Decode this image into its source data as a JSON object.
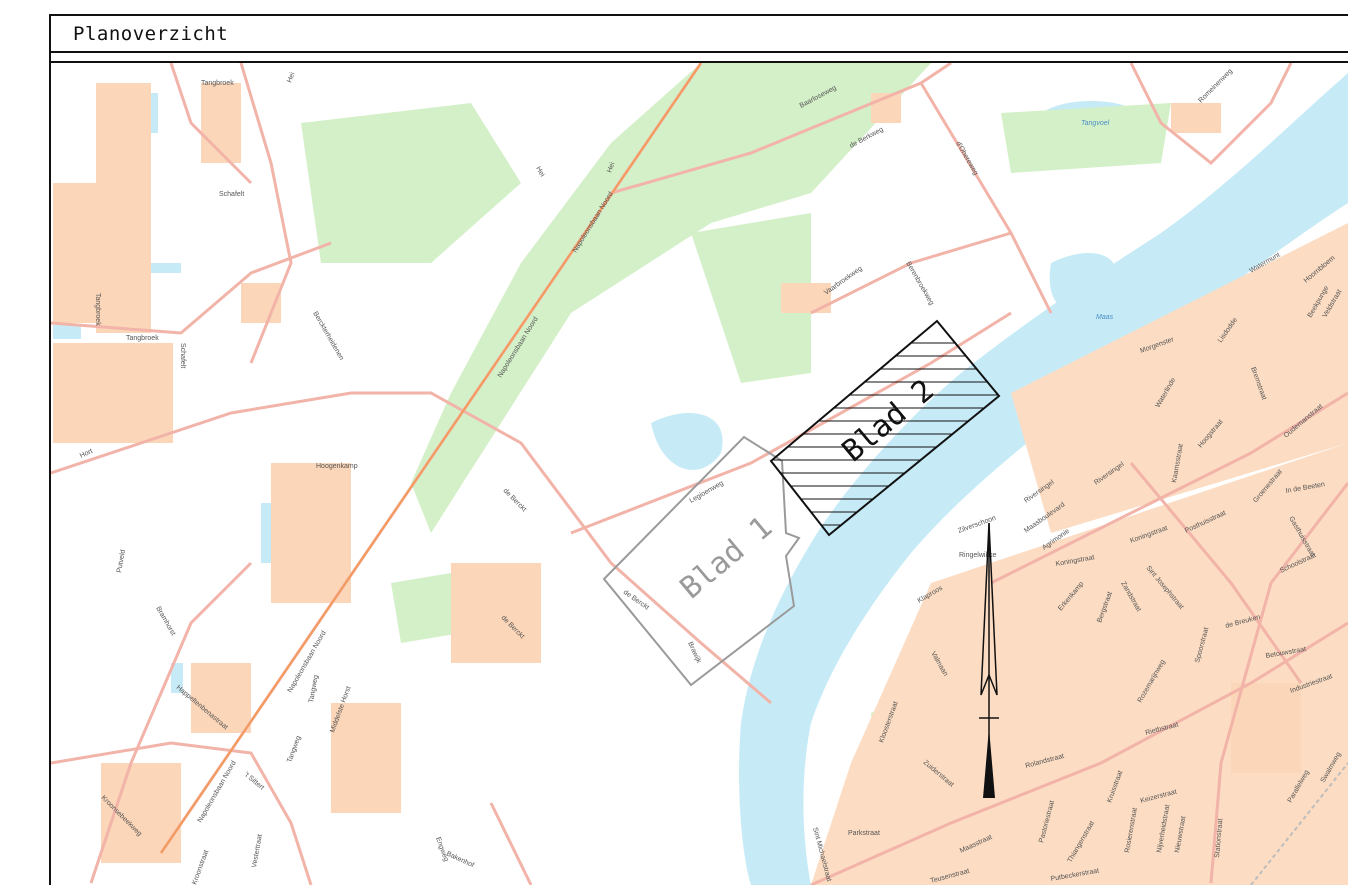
{
  "panel": {
    "title": "Planoverzicht"
  },
  "sheets": [
    {
      "label": "Blad 1",
      "color": "#9a9a9a"
    },
    {
      "label": "Blad 2",
      "color": "#111111"
    }
  ],
  "water_labels": {
    "river": "Maas",
    "pond": "Tangvoel"
  },
  "street_labels": [
    "Tangbroek",
    "Hei",
    "Tangbroek",
    "Tangbroek",
    "Schafelt",
    "Hei",
    "Hei",
    "Napoleonsbaan Noord",
    "Baarloseweg",
    "de Berkweg",
    "d'Ohereweg",
    "Vaarbroekweg",
    "Berenbroekweg",
    "Napoleonsbaan Noord",
    "Berckterheidenen",
    "Schafelt",
    "Hort",
    "Hoogenkamp",
    "de Berckt",
    "Legioenweg",
    "de Berckt",
    "de Berckt",
    "Brawijk",
    "Putveld",
    "Bramhorst",
    "Napoleonsbaan Noord",
    "Tangweg",
    "Middelste Horst",
    "Happeltenbenastraat",
    "Napoleonsbaan Noord",
    "'t Sittert",
    "Tangweg",
    "Kroonstraat",
    "Kroonsebeekweg",
    "Vestertraat",
    "Engweg",
    "Bakenhof",
    "Romeinenweg",
    "Watermunt",
    "Hoornbloem",
    "Beekpunge",
    "Veldstraat",
    "Lisdodde",
    "Morgenster",
    "Waterlinde",
    "Oudemanstraat",
    "Bremstraat",
    "Hoogstraat",
    "Kaamsstraat",
    "Riversingel",
    "Riversingel",
    "Maasboulevard",
    "Agrimonie",
    "Zilverschoon",
    "Ringelwikke",
    "Koningstraat",
    "Koningstraat",
    "Sint Josephstraat",
    "Zandstraat",
    "Posthuisstraat",
    "Groenestraat",
    "In de Beeten",
    "Gasthuisstraat",
    "Schoolstraat",
    "Bergstraat",
    "Erkenkamp",
    "de Breuken",
    "Spoorstraat",
    "Klaproos",
    "Valmaan",
    "Rozemarijnweg",
    "Betouwstraat",
    "Industriestraat",
    "Kloosterstraat",
    "Rolandstraat",
    "Rietbstraat",
    "Zuiderstraat",
    "Kruisstraat",
    "Keizerstraat",
    "Nieuwstraat",
    "Parallelweg",
    "Swalmweg",
    "Parkstraat",
    "Sint Michaelstraat",
    "Maasstraat",
    "Pastoriestraat",
    "Thiangenstraat",
    "Rosierenstraat",
    "Nijverheidstraat",
    "Stationstraat",
    "Putbeckerstraat",
    "Teusenstraat"
  ]
}
